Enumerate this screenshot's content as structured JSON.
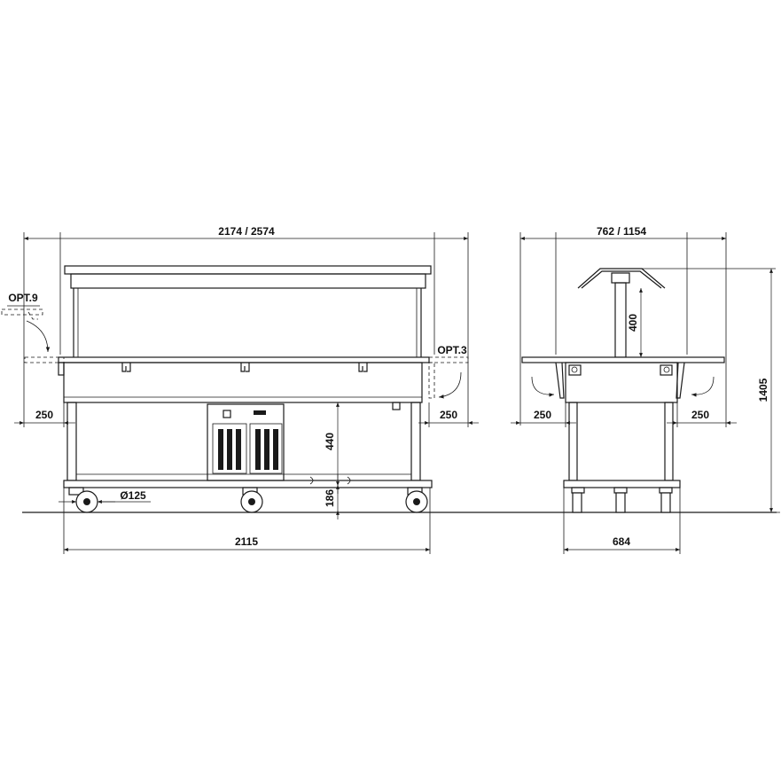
{
  "labels": {
    "front_width": "2174 / 2574",
    "side_width": "762 / 1154",
    "total_height": "1405",
    "opt_left": "OPT.9",
    "opt_right": "OPT.3",
    "shelf_left_front": "250",
    "shelf_right_front": "250",
    "shelf_left_side": "250",
    "shelf_right_side": "250",
    "wheel_diameter": "Ø125",
    "height_440": "440",
    "height_186": "186",
    "height_400": "400",
    "base_front": "2115",
    "base_side": "684"
  }
}
